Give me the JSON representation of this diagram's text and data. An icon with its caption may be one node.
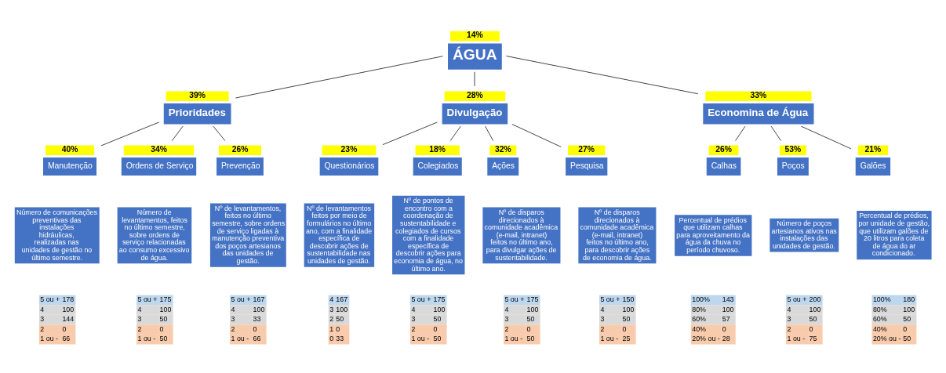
{
  "diagram": {
    "nodes": [
      {
        "text": [
          "ÁGUA"
        ],
        "beside": [
          "14%"
        ]
      },
      {
        "text": [
          "Prioridades"
        ],
        "beside": [
          "39%"
        ]
      },
      {
        "text": [
          "Divulgação"
        ],
        "beside": [
          "28%"
        ]
      },
      {
        "text": [
          "Economina de Água"
        ],
        "beside": [
          "33%"
        ]
      },
      {
        "text": [
          "Manutenção"
        ],
        "beside": [
          "40%"
        ]
      },
      {
        "text": [
          "Ordens de Serviço"
        ],
        "beside": [
          "34%"
        ]
      },
      {
        "text": [
          "Prevenção"
        ],
        "beside": [
          "26%"
        ]
      },
      {
        "text": [
          "Questionários"
        ],
        "beside": [
          "23%"
        ]
      },
      {
        "text": [
          "Colegiados"
        ],
        "beside": [
          "18%"
        ]
      },
      {
        "text": [
          "Ações"
        ],
        "beside": [
          "32%"
        ]
      },
      {
        "text": [
          "Pesquisa"
        ],
        "beside": [
          "27%"
        ]
      },
      {
        "text": [
          "Calhas"
        ],
        "beside": [
          "26%"
        ]
      },
      {
        "text": [
          "Poços"
        ],
        "beside": [
          "53%"
        ]
      },
      {
        "text": [
          "Galões"
        ],
        "beside": [
          "21%"
        ]
      },
      {
        "text": [
          "Número de comunicações preventivas das instalações hidráulicas, realizadas nas unidades de gestão no último semestre."
        ]
      },
      {
        "text": [
          "Número de levantamentos, feitos no último semestre, sobre ordens de serviço relacionadas ao consumo excessivo de água."
        ]
      },
      {
        "text": [
          "Nº de levantamentos, feitos no último semestre, sobre ordens de serviço ligadas à manutenção preventiva dos poços artesianos das unidades de gestão."
        ]
      },
      {
        "text": [
          "Nº de levantamentos feitos por meio de formulários no último ano, com a finalidade específica de descobrir ações de sustentabilidade nas unidades de gestão."
        ]
      },
      {
        "text": [
          "Nº de pontos de encontro com a coordenação de sustentabilidade e colegiados de cursos com a finalidade específica de descobrir ações para economia de água, no último ano."
        ]
      },
      {
        "text": [
          "Nº de disparos direcionados à comunidade acadêmica (e-mail, intranet) feitos no último ano, para divulgar ações de sustentabilidade."
        ]
      },
      {
        "text": [
          "Nº de disparos direcionados à comunidade acadêmica (e-mail, intranet) feitos no último ano, para descobrir ações de economia de água."
        ]
      },
      {
        "text": [
          "Percentual de prédios que utilizam calhas para aproveitamento da água da chuva no período chuvoso."
        ]
      },
      {
        "text": [
          "Número de poços artesianos ativos nas instalações das unidades de gestão."
        ]
      },
      {
        "text": [
          "Percentual de prédios, por unidade de gestão, que utilizam galões de 20 litros para coleta de água do ar condicionado."
        ]
      }
    ],
    "edges": [
      {
        "from": 0,
        "to": 1,
        "arrow": "none"
      },
      {
        "from": 0,
        "to": 2,
        "arrow": "none"
      },
      {
        "from": 0,
        "to": 3,
        "arrow": "none"
      },
      {
        "from": 1,
        "to": 4,
        "arrow": "none"
      },
      {
        "from": 1,
        "to": 5,
        "arrow": "none"
      },
      {
        "from": 1,
        "to": 6,
        "arrow": "none"
      },
      {
        "from": 2,
        "to": 7,
        "arrow": "none"
      },
      {
        "from": 2,
        "to": 8,
        "arrow": "none"
      },
      {
        "from": 2,
        "to": 9,
        "arrow": "none"
      },
      {
        "from": 2,
        "to": 10,
        "arrow": "none"
      },
      {
        "from": 3,
        "to": 11,
        "arrow": "none"
      },
      {
        "from": 3,
        "to": 12,
        "arrow": "none"
      },
      {
        "from": 3,
        "to": 13,
        "arrow": "none"
      }
    ],
    "labels": [
      "5 ou +",
      "178",
      "4",
      "100",
      "3",
      "144",
      "2",
      "0",
      "1 ou -",
      "66",
      "5 ou +",
      "175",
      "4",
      "100",
      "3",
      "50",
      "2",
      "0",
      "1 ou -",
      "50",
      "5 ou +",
      "167",
      "4",
      "100",
      "3",
      "33",
      "2",
      "0",
      "1 ou -",
      "66",
      "4",
      "167",
      "3",
      "100",
      "2",
      "50",
      "1",
      "0",
      "0",
      "33",
      "5 ou +",
      "175",
      "4",
      "100",
      "3",
      "50",
      "2",
      "0",
      "1 ou -",
      "50",
      "5 ou +",
      "175",
      "4",
      "100",
      "3",
      "50",
      "2",
      "0",
      "1 ou -",
      "50",
      "5 ou +",
      "150",
      "4",
      "100",
      "3",
      "50",
      "2",
      "0",
      "1 ou -",
      "25",
      "100%",
      "143",
      "80%",
      "100",
      "60%",
      "57",
      "40%",
      "0",
      "20% ou -",
      "28",
      "5 ou +",
      "200",
      "4",
      "100",
      "3",
      "50",
      "2",
      "0",
      "1 ou -",
      "75",
      "100%",
      "180",
      "80%",
      "100",
      "60%",
      "50",
      "40%",
      "0",
      "20% ou -",
      "50"
    ]
  }
}
